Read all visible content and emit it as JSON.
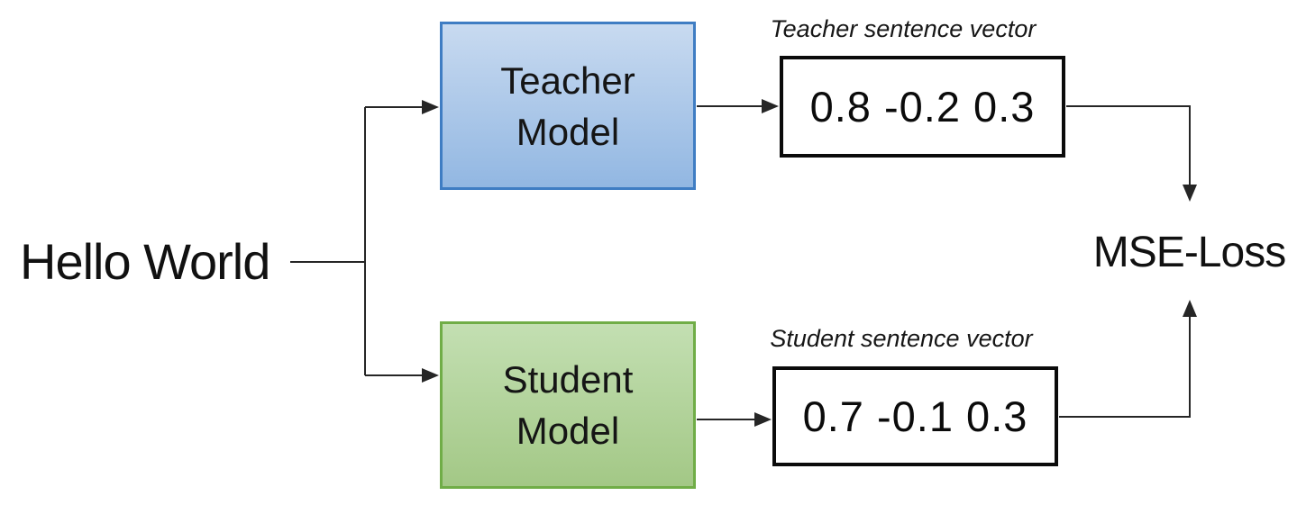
{
  "diagram": {
    "input": {
      "label": "Hello World"
    },
    "teacher_model": {
      "line1": "Teacher",
      "line2": "Model"
    },
    "student_model": {
      "line1": "Student",
      "line2": "Model"
    },
    "teacher_vector": {
      "caption": "Teacher sentence vector",
      "value": "0.8 -0.2 0.3"
    },
    "student_vector": {
      "caption": "Student sentence vector",
      "value": "0.7 -0.1 0.3"
    },
    "loss": {
      "label": "MSE-Loss"
    }
  },
  "colors": {
    "teacher_fill_top": "#c8daf0",
    "teacher_fill_bottom": "#92b7e2",
    "teacher_border": "#3f7dc3",
    "student_fill_top": "#c3dfb2",
    "student_fill_bottom": "#a3c886",
    "student_border": "#70ad47",
    "line_color": "#262626"
  }
}
